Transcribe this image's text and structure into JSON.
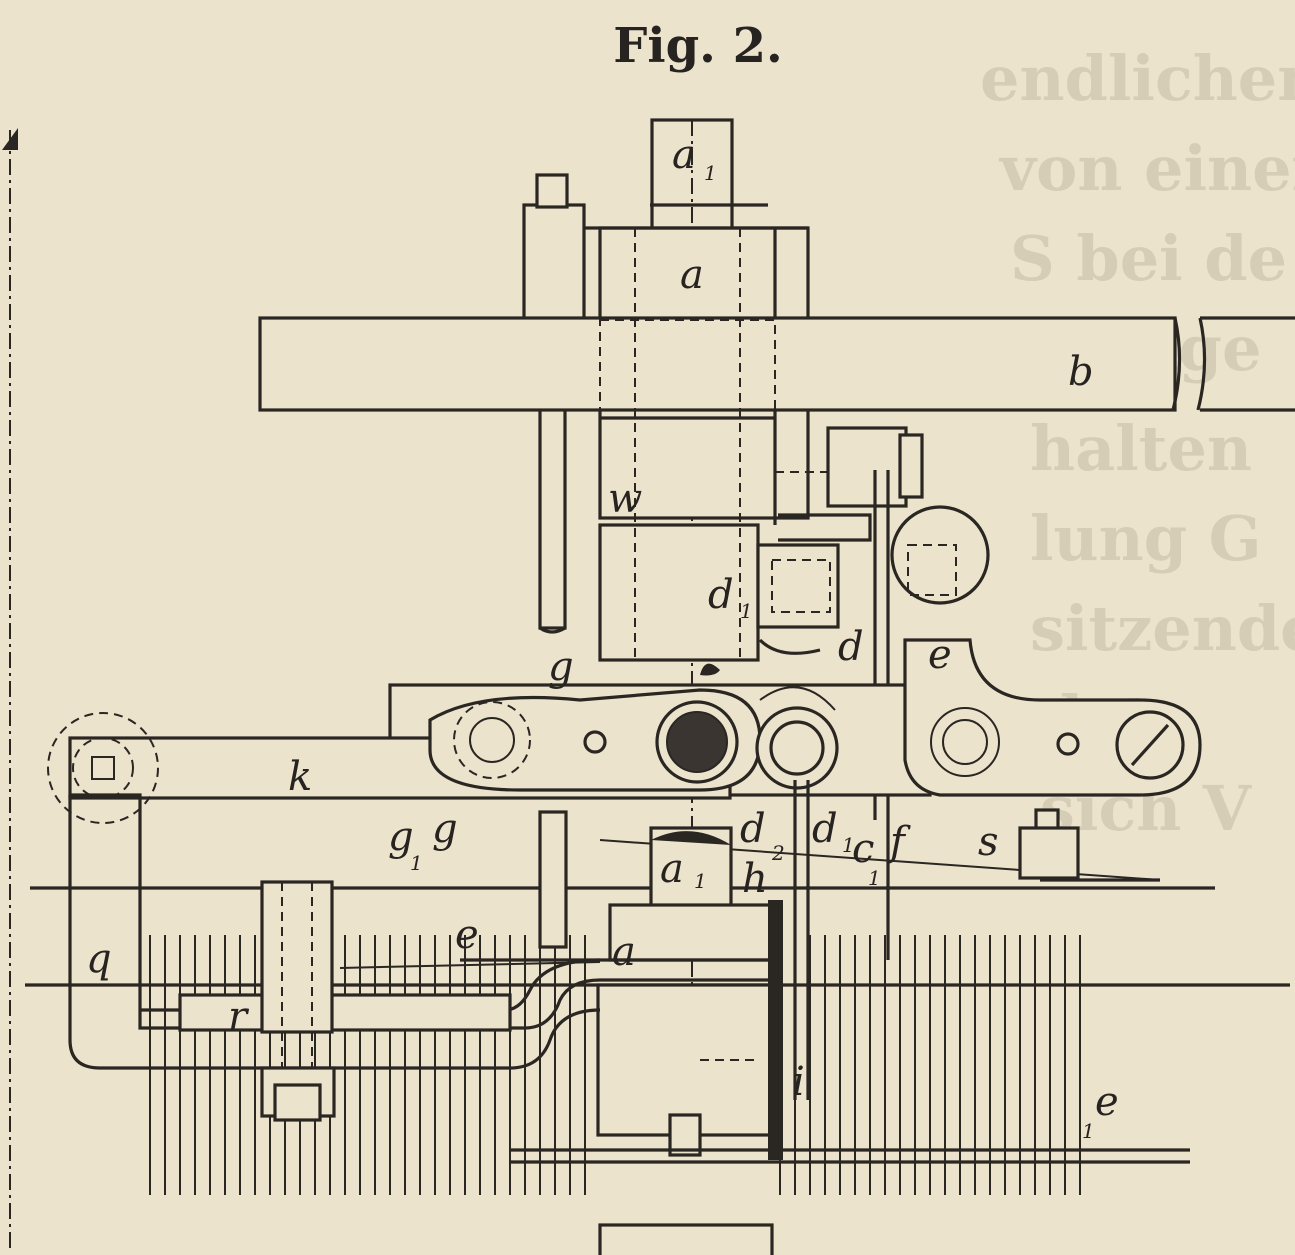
{
  "figure": {
    "title": "Fig. 2."
  },
  "labels": {
    "a1_top": "a",
    "a1_top_sub": "1",
    "a_top": "a",
    "b": "b",
    "w": "w",
    "d1_mid": "d",
    "d1_mid_sub": "1",
    "d_mid": "d",
    "e_right": "e",
    "g": "g",
    "k": "k",
    "g1": "g",
    "g1_sub": "1",
    "g2": "g",
    "d2": "d",
    "d2_sub": "2",
    "d1_low": "d",
    "d1_low_sub": "1",
    "c1": "c",
    "c1_sub": "1",
    "f": "f",
    "s": "s",
    "a1_low": "a",
    "a1_low_sub": "1",
    "h": "h",
    "q": "q",
    "e_left": "e",
    "a_low": "a",
    "r": "r",
    "i": "i",
    "e1": "e",
    "e1_sub": "1"
  },
  "background_text": {
    "lines": [
      "endlichen",
      "von einer",
      "S bei de",
      "Stange",
      "halten",
      "lung G",
      "sitzende",
      "det",
      "sich V"
    ]
  }
}
